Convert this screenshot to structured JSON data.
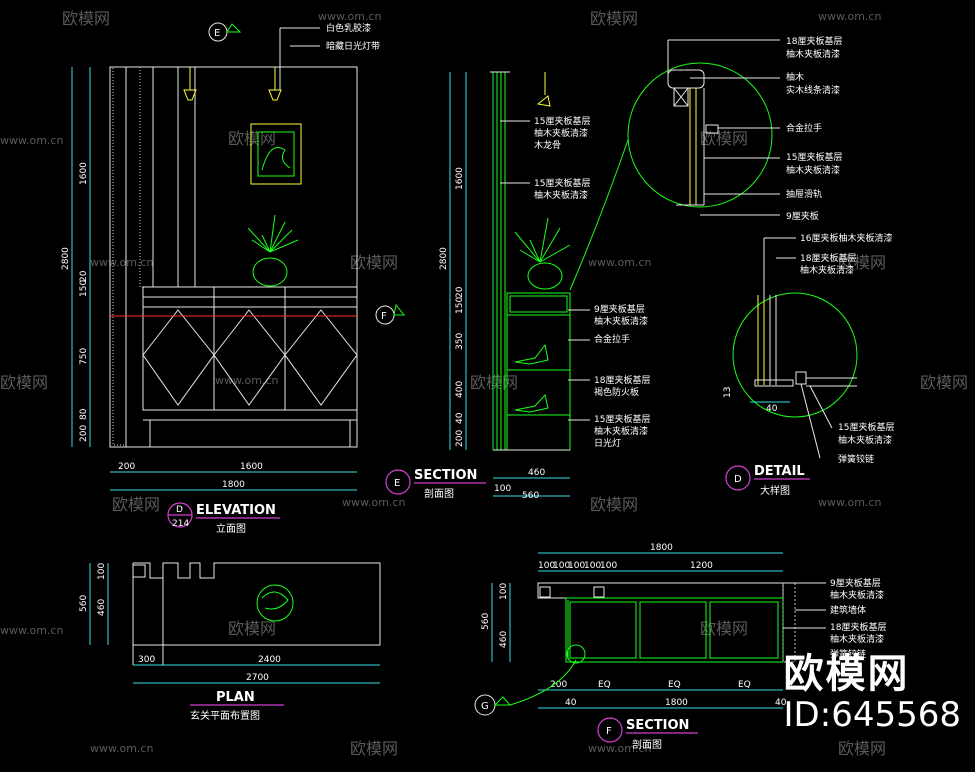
{
  "watermark": {
    "brand": "欧模网",
    "url": "www.om.cn",
    "logo_text": "欧模网",
    "id": "ID:645568"
  },
  "elevation": {
    "title_en": "ELEVATION",
    "title_cn": "立面图",
    "marker_letter": "D",
    "marker_num": "214",
    "labels": [
      "白色乳胶漆",
      "暗藏日光灯带"
    ],
    "dims_left": [
      "2800",
      "1600",
      "150",
      "20",
      "750",
      "80",
      "200"
    ],
    "dims_bottom": [
      "200",
      "1600",
      "1800"
    ],
    "markers": [
      "E",
      "F"
    ]
  },
  "section_e": {
    "title_en": "SECTION",
    "title_cn": "剖面图",
    "marker": "E",
    "labels": [
      "15厘夹板基层",
      "柚木夹板清漆",
      "木龙骨",
      "15厘夹板基层",
      "柚木夹板清漆",
      "9厘夹板基层",
      "柚木夹板清漆",
      "合金拉手",
      "18厘夹板基层",
      "褐色防火板",
      "15厘夹板基层",
      "柚木夹板清漆",
      "日光灯"
    ],
    "dims_left": [
      "2800",
      "1600",
      "20",
      "150",
      "350",
      "400",
      "40",
      "200"
    ],
    "dims_bottom": [
      "460",
      "100",
      "560"
    ]
  },
  "detail": {
    "title_en": "DETAIL",
    "title_cn": "大样图",
    "marker": "D",
    "labels_top": [
      "18厘夹板基层",
      "柚木夹板清漆",
      "柚木",
      "实木线条清漆",
      "合金拉手",
      "15厘夹板基层",
      "柚木夹板清漆",
      "抽屉滑轨",
      "9厘夹板"
    ],
    "labels_bottom": [
      "16厘夹板柚木夹板清漆",
      "18厘夹板基层",
      "柚木夹板清漆",
      "15厘夹板基层",
      "柚木夹板清漆",
      "弹簧铰链"
    ],
    "dims": [
      "13",
      "40"
    ]
  },
  "plan": {
    "title_en": "PLAN",
    "title_cn": "玄关平面布置图",
    "dims_left": [
      "560",
      "100",
      "460"
    ],
    "dims_bottom": [
      "300",
      "2400",
      "2700"
    ]
  },
  "section_f": {
    "title_en": "SECTION",
    "title_cn": "剖面图",
    "marker": "F",
    "marker_g": "G",
    "labels": [
      "9厘夹板基层",
      "柚木夹板清漆",
      "建筑墙体",
      "18厘夹板基层",
      "柚木夹板清漆",
      "弹簧铰链"
    ],
    "dims_top": [
      "1800",
      "100",
      "100",
      "100",
      "100",
      "100",
      "1200"
    ],
    "dims_left": [
      "560",
      "100",
      "460"
    ],
    "dims_bottom": [
      "200",
      "EQ",
      "EQ",
      "EQ",
      "40",
      "1800",
      "40"
    ]
  }
}
